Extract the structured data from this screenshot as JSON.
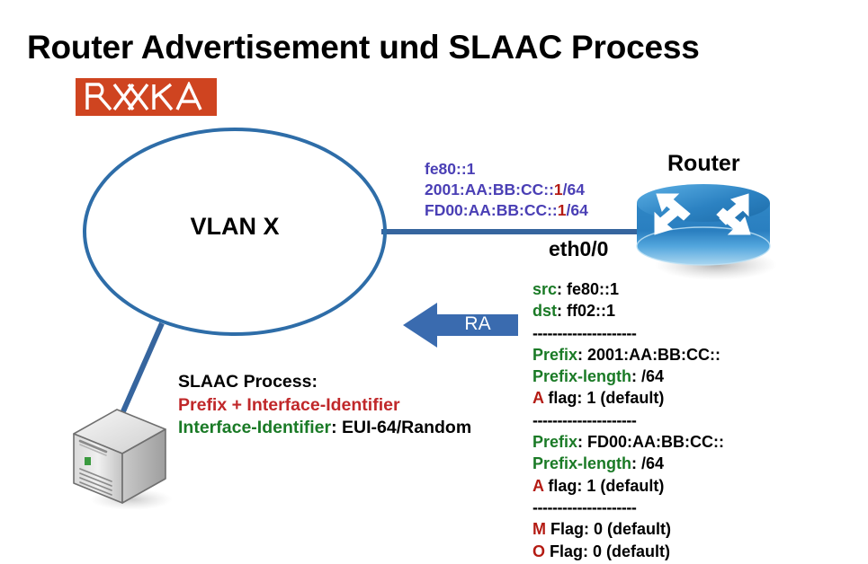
{
  "title": "Router Advertisement und SLAAC Process",
  "logo": {
    "text": "RXKA",
    "background": "#cf4420",
    "foreground": "#ffffff"
  },
  "topology": {
    "vlan_label": "VLAN X",
    "router_label": "Router",
    "interface_label": "eth0/0",
    "link_color": "#36659e",
    "ellipse_color": "#2e6da8"
  },
  "router_addresses": {
    "line1": "fe80::1",
    "line2_prefix": "2001:AA:BB:CC::",
    "line2_host": "1",
    "line2_suffix": "/64",
    "line3_prefix": "FD00:AA:BB:CC::",
    "line3_host": "1",
    "line3_suffix": "/64",
    "text_color": "#4a3fb5",
    "host_color": "#b41b13"
  },
  "ra_arrow": {
    "label": "RA",
    "color": "#3a6baf",
    "direction": "left"
  },
  "slaac": {
    "title": "SLAAC Process:",
    "formula": "Prefix + Interface-Identifier",
    "identifier_key": "Interface-Identifier",
    "identifier_sep": ": ",
    "identifier_value": "EUI-64/Random",
    "title_color": "#000000",
    "formula_color": "#c0282a",
    "key_color": "#1a7a26"
  },
  "ra_details": {
    "divider": "---------------------",
    "rows": [
      {
        "key": "src",
        "key_color": "green",
        "sep": ": ",
        "value": "fe80::1"
      },
      {
        "key": "dst",
        "key_color": "green",
        "sep": ": ",
        "value": "ff02::1"
      },
      {
        "type": "divider"
      },
      {
        "key": "Prefix",
        "key_color": "green",
        "sep": ": ",
        "value": "2001:AA:BB:CC::"
      },
      {
        "key": "Prefix-length",
        "key_color": "green",
        "sep": ": ",
        "value": "/64"
      },
      {
        "key": "A",
        "key_color": "red",
        "sep": " ",
        "value": "flag: 1 (default)"
      },
      {
        "type": "divider"
      },
      {
        "key": "Prefix",
        "key_color": "green",
        "sep": ": ",
        "value": "FD00:AA:BB:CC::"
      },
      {
        "key": "Prefix-length",
        "key_color": "green",
        "sep": ": ",
        "value": "/64"
      },
      {
        "key": "A",
        "key_color": "red",
        "sep": " ",
        "value": "flag: 1 (default)"
      },
      {
        "type": "divider"
      },
      {
        "key": "M",
        "key_color": "red",
        "sep": " ",
        "value": "Flag: 0 (default)"
      },
      {
        "key": "O",
        "key_color": "red",
        "sep": " ",
        "value": "Flag: 0 (default)"
      }
    ]
  }
}
